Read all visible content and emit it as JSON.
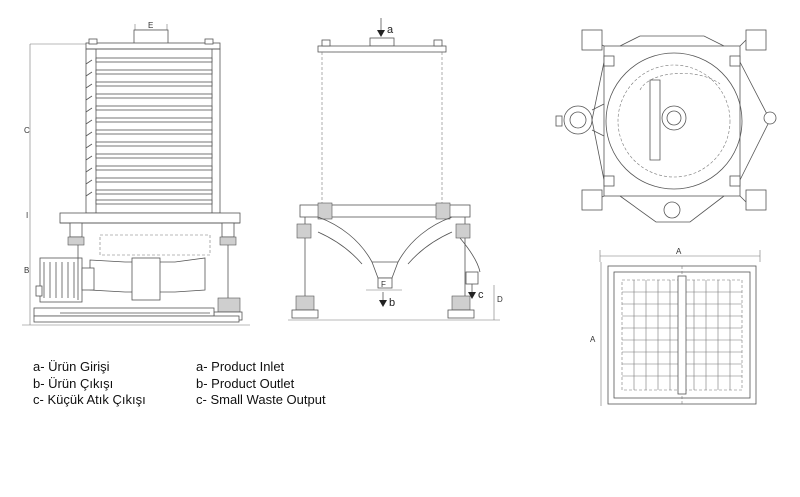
{
  "dimension_labels": {
    "e": "E",
    "c": "C",
    "i": "I",
    "b": "B",
    "f": "F",
    "d": "D",
    "a_top": "A",
    "a_side": "A"
  },
  "arrow_labels": {
    "inlet": "a",
    "outlet": "b",
    "waste": "c"
  },
  "legend_tr": [
    "a- Ürün Girişi",
    "b- Ürün Çıkışı",
    "c- Küçük Atık Çıkışı"
  ],
  "legend_en": [
    "a- Product Inlet",
    "b- Product Outlet",
    "c- Small Waste Output"
  ]
}
